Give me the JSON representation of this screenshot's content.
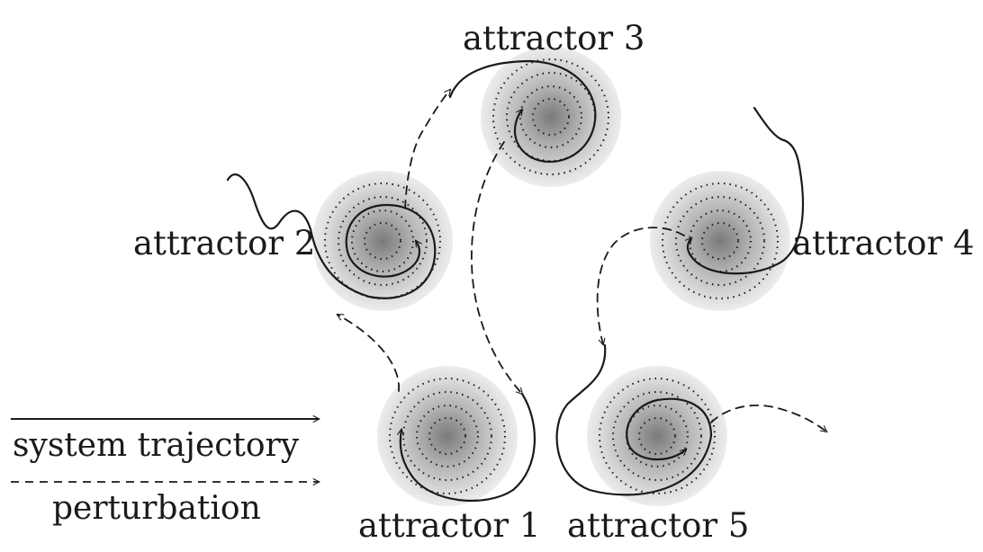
{
  "attractors": [
    {
      "id": 1,
      "label": "attractor 1"
    },
    {
      "id": 2,
      "label": "attractor 2"
    },
    {
      "id": 3,
      "label": "attractor 3"
    },
    {
      "id": 4,
      "label": "attractor 4"
    },
    {
      "id": 5,
      "label": "attractor 5"
    }
  ],
  "legend": {
    "trajectory_label": "system trajectory",
    "perturbation_label": "perturbation"
  },
  "colors": {
    "ink": "#1a1a1a",
    "basin_core": "#7a7a7a",
    "basin_edge": "#e6e6e6"
  }
}
